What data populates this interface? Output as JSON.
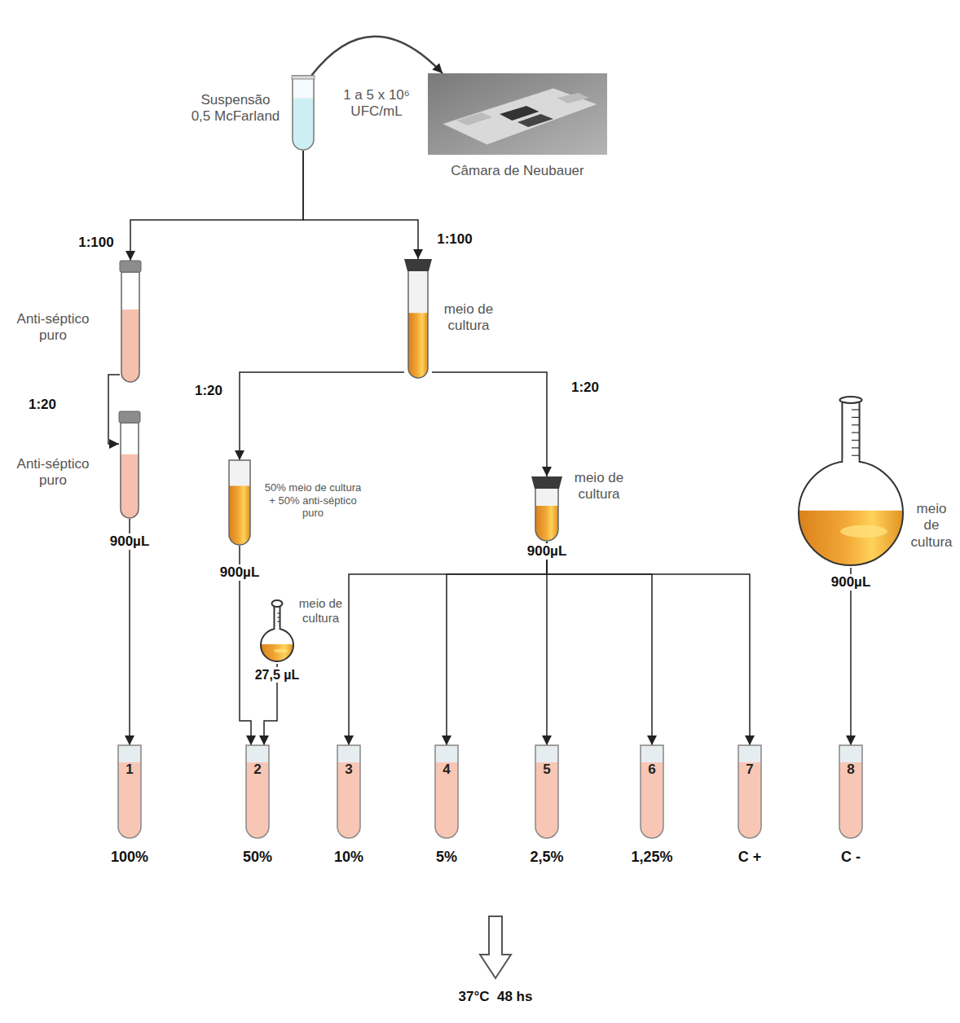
{
  "diagram": {
    "nodes": [
      {
        "text": [
          "Suspensão 0,5 McFarland",
          "1 a 5 x 10⁶ UFC/mL"
        ]
      },
      {
        "text": [
          "Câmara de Neubauer"
        ]
      },
      {
        "text": [
          "Anti-séptico puro"
        ]
      },
      {
        "text": [
          "meio de cultura"
        ]
      },
      {
        "text": [
          "Anti-séptico puro",
          "900µL"
        ]
      },
      {
        "text": [
          "50% meio de cultura + 50% anti-séptico puro",
          "900µL"
        ]
      },
      {
        "text": [
          "meio de cultura",
          "900µL"
        ]
      },
      {
        "text": [
          "meio de cultura",
          "900µL"
        ]
      },
      {
        "text": [
          "meio de cultura",
          "27,5 µL"
        ]
      },
      {
        "text": [
          "1",
          "100%"
        ]
      },
      {
        "text": [
          "2",
          "50%"
        ]
      },
      {
        "text": [
          "3",
          "10%"
        ]
      },
      {
        "text": [
          "4",
          "5%"
        ]
      },
      {
        "text": [
          "5",
          "2,5%"
        ]
      },
      {
        "text": [
          "6",
          "1,25%"
        ]
      },
      {
        "text": [
          "7",
          "C +"
        ]
      },
      {
        "text": [
          "8",
          "C -"
        ]
      }
    ],
    "edges": [
      {
        "from": 0,
        "to": 1,
        "arrow": "to"
      },
      {
        "from": 0,
        "to": 2,
        "label": "1:100",
        "arrow": "to"
      },
      {
        "from": 0,
        "to": 3,
        "label": "1:100",
        "arrow": "to"
      },
      {
        "from": 2,
        "to": 4,
        "label": "1:20",
        "arrow": "to"
      },
      {
        "from": 3,
        "to": 5,
        "label": "1:20",
        "arrow": "to"
      },
      {
        "from": 3,
        "to": 6,
        "label": "1:20",
        "arrow": "to"
      },
      {
        "from": 4,
        "to": 9,
        "arrow": "to"
      },
      {
        "from": 5,
        "to": 10,
        "arrow": "to"
      },
      {
        "from": 8,
        "to": 10,
        "arrow": "to"
      },
      {
        "from": 6,
        "to": 11,
        "arrow": "to"
      },
      {
        "from": 6,
        "to": 12,
        "arrow": "to"
      },
      {
        "from": 6,
        "to": 13,
        "arrow": "to"
      },
      {
        "from": 6,
        "to": 14,
        "arrow": "to"
      },
      {
        "from": 6,
        "to": 15,
        "arrow": "to"
      },
      {
        "from": 7,
        "to": 16,
        "arrow": "to"
      }
    ],
    "labels": [
      "37°C  48 hs"
    ]
  }
}
